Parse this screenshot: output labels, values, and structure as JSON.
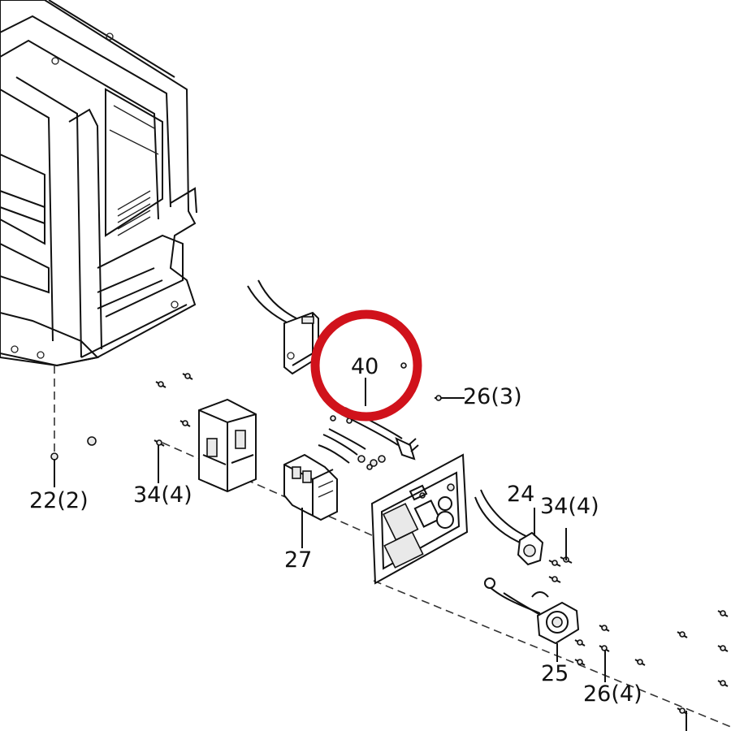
{
  "callouts": {
    "part_40": "40",
    "part_26_3": "26(3)",
    "part_22_2": "22(2)",
    "part_34_4_left": "34(4)",
    "part_27": "27",
    "part_24": "24",
    "part_34_4_right": "34(4)",
    "part_25": "25",
    "part_26_4": "26(4)"
  },
  "highlight": {
    "target_part": "40",
    "color": "#d0121b"
  }
}
